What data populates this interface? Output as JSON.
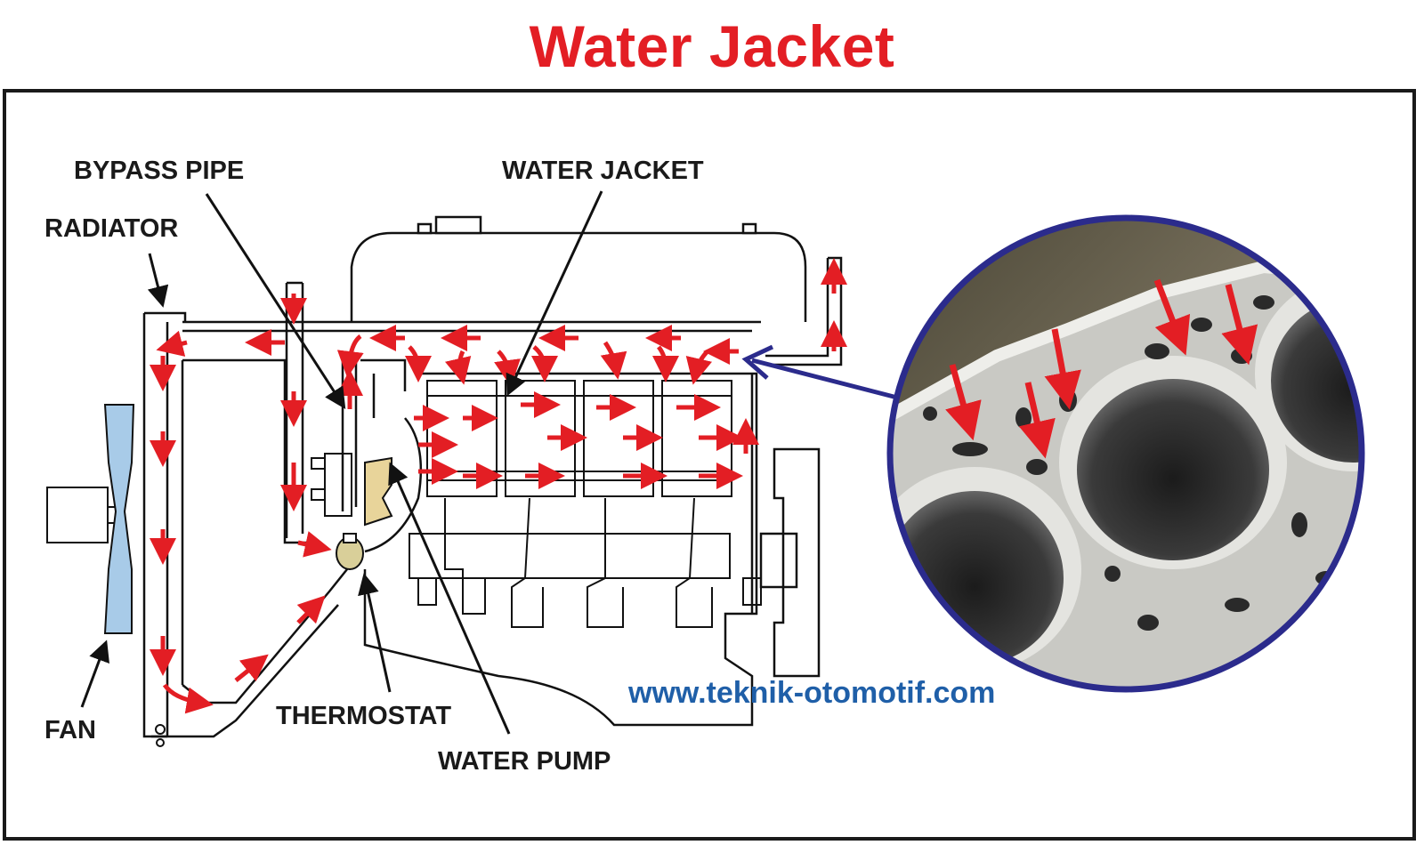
{
  "title": "Water Jacket",
  "labels": {
    "bypass_pipe": "BYPASS PIPE",
    "water_jacket": "WATER JACKET",
    "radiator": "RADIATOR",
    "fan": "FAN",
    "thermostat": "THERMOSTAT",
    "water_pump": "WATER PUMP"
  },
  "watermark": "www.teknik-otomotif.com",
  "colors": {
    "title": "#e31e24",
    "flow_arrow": "#e31e24",
    "callout_circle": "#2b2b8c",
    "fan_blade": "#a8cbe8",
    "water_pump_housing": "#e8d49a",
    "watermark": "#1f5fa8"
  }
}
